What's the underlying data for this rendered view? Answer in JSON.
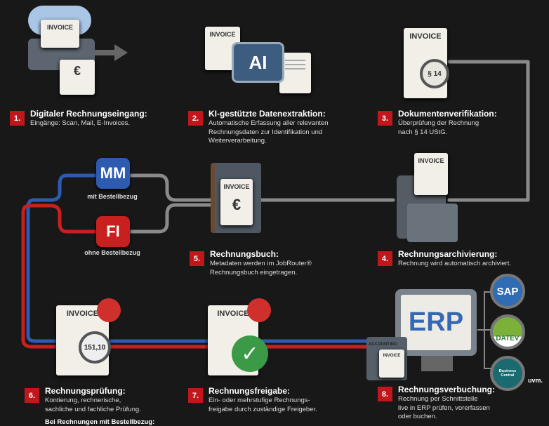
{
  "steps": [
    {
      "num": "1.",
      "title": "Digitaler Rechnungseingang:",
      "desc": [
        "Eingänge: Scan, Mail, E-Invoices."
      ]
    },
    {
      "num": "2.",
      "title": "KI-gestützte Datenextraktion:",
      "desc": [
        "Automatische Erfassung aller relevanten",
        "Rechnungsdaten zur Identifikation und",
        "Weiterverarbeitung."
      ]
    },
    {
      "num": "3.",
      "title": "Dokumentenverifikation:",
      "desc": [
        "Überprüfung der Rechnung",
        "nach § 14 UStG."
      ]
    },
    {
      "num": "4.",
      "title": "Rechnungsarchivierung:",
      "desc": [
        "Rechnung wird automatisch archiviert."
      ]
    },
    {
      "num": "5.",
      "title": "Rechnungsbuch:",
      "desc": [
        "Metadaten werden im JobRouter®",
        "Rechnungsbuch eingetragen."
      ]
    },
    {
      "num": "6.",
      "title": "Rechnungsprüfung:",
      "desc": [
        "Kontierung, rechnerische,",
        "sachliche und fachliche Prüfung."
      ],
      "extra": "Bei Rechnungen mit Bestellbezug:"
    },
    {
      "num": "7.",
      "title": "Rechnungsfreigabe:",
      "desc": [
        "Ein- oder mehrstufige Rechnungs-",
        "freigabe durch zuständige Freigeber."
      ]
    },
    {
      "num": "8.",
      "title": "Rechnungsverbuchung:",
      "desc": [
        "Rechnung per Schnittstelle",
        "live in ERP prüfen, vorerfassen",
        "oder buchen."
      ]
    }
  ],
  "icons": {
    "invoice": "INVOICE",
    "ai": "AI",
    "euro": "€",
    "paragraph": "§ 14",
    "amount": "151,10",
    "accounting": "ACCOUNTING",
    "erp": "ERP"
  },
  "branches": {
    "mm": "MM",
    "mm_label": "mit Bestellbezug",
    "fi": "FI",
    "fi_label": "ohne Bestellbezug"
  },
  "erp_systems": [
    "SAP",
    "DATEV",
    "Business Central"
  ],
  "more": "uvm.",
  "colors": {
    "badge": "#c1161c",
    "mm": "#2d5bb0",
    "fi": "#c8201f",
    "pipe": "#8a8a8a"
  }
}
